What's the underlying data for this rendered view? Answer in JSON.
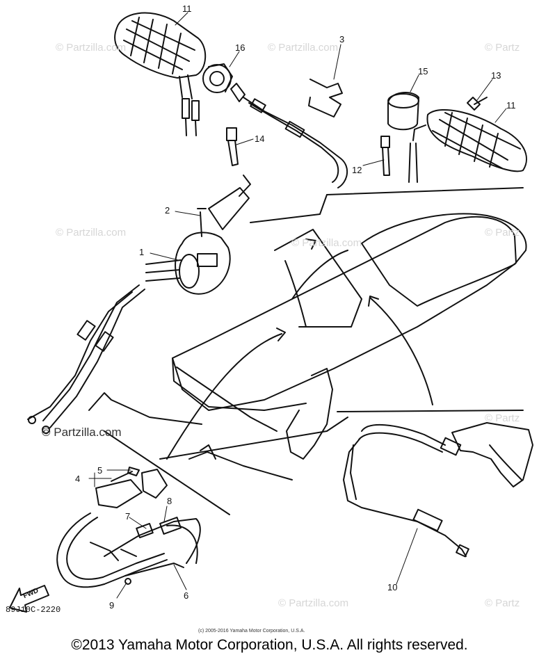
{
  "watermark": {
    "text": "© Partzilla.com",
    "main_text": "© Partzilla.com",
    "partial_right": "© Partz"
  },
  "diagram_code": "89J10C-2220",
  "small_copyright": "(c) 2005-2016 Yamaha Motor Corporation, U.S.A.",
  "footer_copyright": "©2013 Yamaha Motor Corporation, U.S.A. All rights reserved.",
  "fwd_label": "FWD",
  "callouts": {
    "c1": "1",
    "c2": "2",
    "c3": "3",
    "c4": "4",
    "c5": "5",
    "c6": "6",
    "c7": "7",
    "c8": "8",
    "c9": "9",
    "c10": "10",
    "c11a": "11",
    "c11b": "11",
    "c12": "12",
    "c13": "13",
    "c14": "14",
    "c15": "15",
    "c16": "16"
  },
  "colors": {
    "line": "#111111",
    "watermark": "#d6d6d6"
  }
}
